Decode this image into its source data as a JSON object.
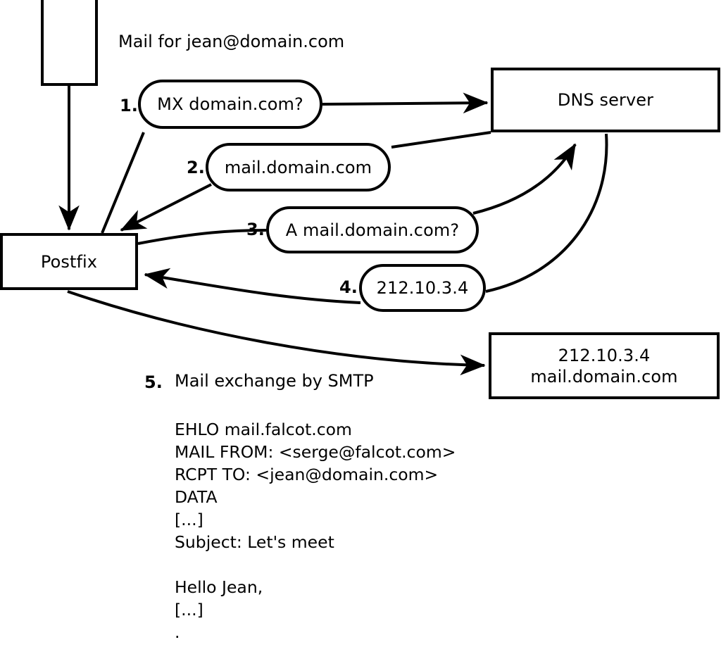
{
  "diagram": {
    "title_note": "Mail for jean@domain.com",
    "nodes": {
      "client": {
        "label": "",
        "name": "client-box"
      },
      "postfix": {
        "label": "Postfix"
      },
      "dns": {
        "label": "DNS server"
      },
      "target": {
        "line1": "212.10.3.4",
        "line2": "mail.domain.com"
      }
    },
    "steps": [
      {
        "num": "1.",
        "label": "MX domain.com?"
      },
      {
        "num": "2.",
        "label": "mail.domain.com"
      },
      {
        "num": "3.",
        "label": "A mail.domain.com?"
      },
      {
        "num": "4.",
        "label": "212.10.3.4"
      },
      {
        "num": "5.",
        "label": "Mail exchange by SMTP"
      }
    ],
    "smtp_transcript": [
      "EHLO mail.falcot.com",
      "MAIL FROM: <serge@falcot.com>",
      "RCPT TO: <jean@domain.com>",
      "DATA",
      "[...]",
      "Subject: Let's meet",
      "",
      "Hello Jean,",
      "[...]",
      "."
    ],
    "colors": {
      "stroke": "#000000",
      "fill": "#ffffff"
    }
  }
}
